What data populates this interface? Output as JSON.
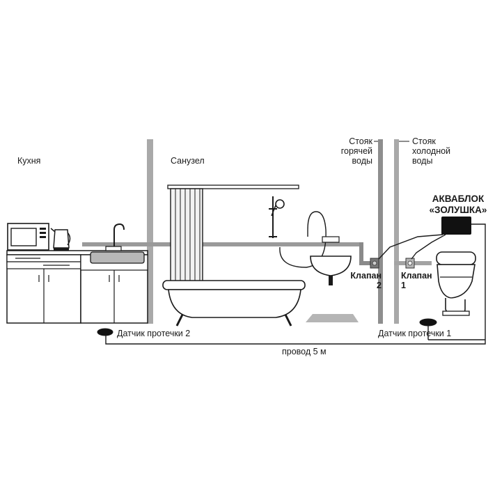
{
  "rooms": {
    "kitchen": "Кухня",
    "bathroom": "Санузел"
  },
  "risers": {
    "hot": [
      "Стояк",
      "горячей",
      "воды"
    ],
    "cold": [
      "Стояк",
      "холодной",
      "воды"
    ]
  },
  "controller": [
    "АКВАБЛОК",
    "«ЗОЛУШКА»"
  ],
  "valves": {
    "valve2": [
      "Клапан",
      "2"
    ],
    "valve1": [
      "Клапан",
      "1"
    ]
  },
  "sensors": {
    "sensor2": "Датчик протечки 2",
    "sensor1": "Датчик протечки 1"
  },
  "wire": "провод 5 м",
  "colors": {
    "pipe": "#8a8a8a",
    "riser": "#a9a9a9",
    "outline": "#1a1a1a",
    "device": "#111111"
  }
}
